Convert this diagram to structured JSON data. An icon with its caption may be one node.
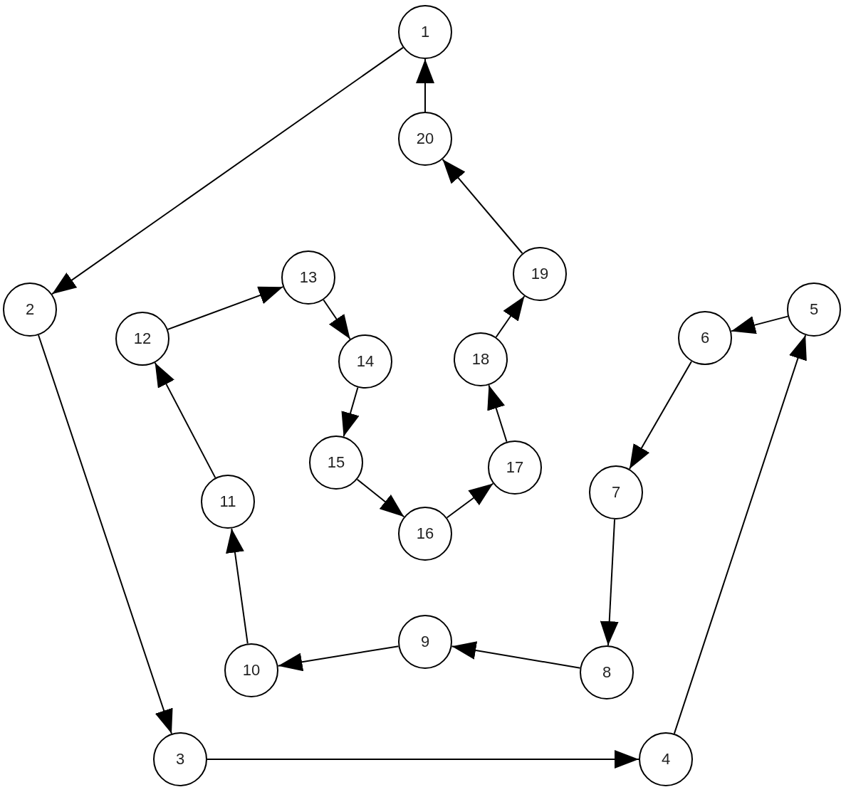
{
  "diagram": {
    "nodes": [
      {
        "text": [
          "1"
        ]
      },
      {
        "text": [
          "2"
        ]
      },
      {
        "text": [
          "3"
        ]
      },
      {
        "text": [
          "4"
        ]
      },
      {
        "text": [
          "5"
        ]
      },
      {
        "text": [
          "6"
        ]
      },
      {
        "text": [
          "7"
        ]
      },
      {
        "text": [
          "8"
        ]
      },
      {
        "text": [
          "9"
        ]
      },
      {
        "text": [
          "10"
        ]
      },
      {
        "text": [
          "11"
        ]
      },
      {
        "text": [
          "12"
        ]
      },
      {
        "text": [
          "13"
        ]
      },
      {
        "text": [
          "14"
        ]
      },
      {
        "text": [
          "15"
        ]
      },
      {
        "text": [
          "16"
        ]
      },
      {
        "text": [
          "17"
        ]
      },
      {
        "text": [
          "18"
        ]
      },
      {
        "text": [
          "19"
        ]
      },
      {
        "text": [
          "20"
        ]
      }
    ],
    "edges": [
      {
        "from": 0,
        "to": 1,
        "arrow": "to"
      },
      {
        "from": 1,
        "to": 2,
        "arrow": "to"
      },
      {
        "from": 2,
        "to": 3,
        "arrow": "to"
      },
      {
        "from": 3,
        "to": 4,
        "arrow": "to"
      },
      {
        "from": 4,
        "to": 5,
        "arrow": "to"
      },
      {
        "from": 5,
        "to": 6,
        "arrow": "to"
      },
      {
        "from": 6,
        "to": 7,
        "arrow": "to"
      },
      {
        "from": 7,
        "to": 8,
        "arrow": "to"
      },
      {
        "from": 8,
        "to": 9,
        "arrow": "to"
      },
      {
        "from": 9,
        "to": 10,
        "arrow": "to"
      },
      {
        "from": 10,
        "to": 11,
        "arrow": "to"
      },
      {
        "from": 11,
        "to": 12,
        "arrow": "to"
      },
      {
        "from": 12,
        "to": 13,
        "arrow": "to"
      },
      {
        "from": 13,
        "to": 14,
        "arrow": "to"
      },
      {
        "from": 14,
        "to": 15,
        "arrow": "to"
      },
      {
        "from": 15,
        "to": 16,
        "arrow": "to"
      },
      {
        "from": 16,
        "to": 17,
        "arrow": "to"
      },
      {
        "from": 17,
        "to": 18,
        "arrow": "to"
      },
      {
        "from": 18,
        "to": 19,
        "arrow": "to"
      },
      {
        "from": 19,
        "to": 0,
        "arrow": "to"
      }
    ]
  }
}
